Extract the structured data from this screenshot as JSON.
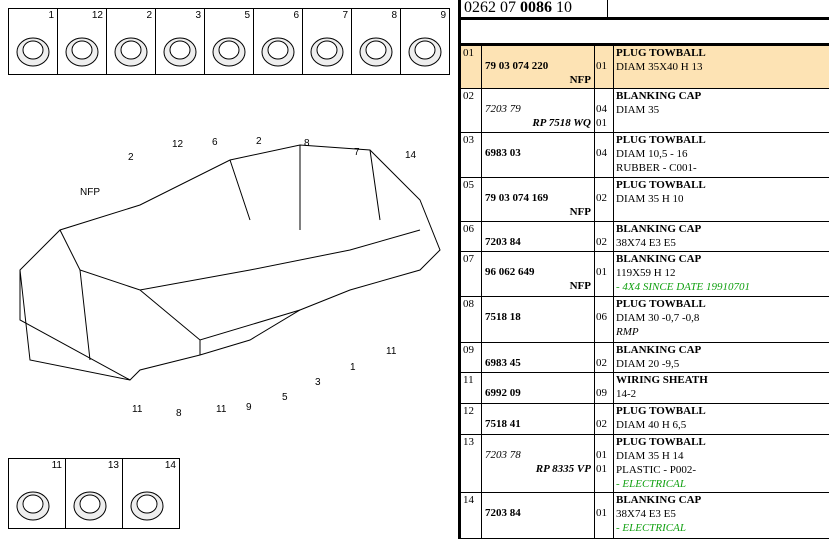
{
  "header": {
    "code_prefix": "0262 07 ",
    "code_bold": "0086",
    "code_suffix": " 10"
  },
  "thumbnails_top": [
    "1",
    "12",
    "2",
    "3",
    "5",
    "6",
    "7",
    "8",
    "9"
  ],
  "thumbnails_bottom": [
    "11",
    "13",
    "14"
  ],
  "diagram_callouts": [
    "NFP",
    "2",
    "12",
    "6",
    "2",
    "8",
    "7",
    "14",
    "1",
    "3",
    "5",
    "9",
    "11",
    "8",
    "11",
    "11"
  ],
  "rows": [
    {
      "idx": "01",
      "ref": "79 03 074 220",
      "ref_italic": false,
      "sub": "NFP",
      "qty": [
        "01"
      ],
      "title": "PLUG TOWBALL",
      "lines": [
        "DIAM 35X40 H 13"
      ],
      "highlight": true
    },
    {
      "idx": "02",
      "ref": "7203 79",
      "ref_italic": true,
      "sub": "RP 7518 WQ",
      "qty": [
        "04",
        "01"
      ],
      "title": "BLANKING CAP",
      "lines": [
        "DIAM 35"
      ]
    },
    {
      "idx": "03",
      "ref": "6983 03",
      "sub": "",
      "qty": [
        "04"
      ],
      "title": "PLUG TOWBALL",
      "lines": [
        "DIAM 10,5 - 16",
        "RUBBER - C001-"
      ]
    },
    {
      "idx": "05",
      "ref": "79 03 074 169",
      "sub": "NFP",
      "qty": [
        "02"
      ],
      "title": "PLUG TOWBALL",
      "lines": [
        "DIAM 35 H 10"
      ]
    },
    {
      "idx": "06",
      "ref": "7203 84",
      "sub": "",
      "qty": [
        "02"
      ],
      "title": "BLANKING CAP",
      "lines": [
        "38X74 E3 E5"
      ]
    },
    {
      "idx": "07",
      "ref": "96 062 649",
      "sub": "NFP",
      "qty": [
        "01"
      ],
      "title": "BLANKING CAP",
      "lines": [
        "119X59 H 12"
      ],
      "note": "- 4X4 SINCE DATE 19910701"
    },
    {
      "idx": "08",
      "ref": "7518 18",
      "sub": "",
      "qty": [
        "06"
      ],
      "title": "PLUG TOWBALL",
      "lines": [
        "DIAM 30 -0,7 -0,8"
      ],
      "italic_note": "RMP"
    },
    {
      "idx": "09",
      "ref": "6983 45",
      "sub": "",
      "qty": [
        "02"
      ],
      "title": "BLANKING CAP",
      "lines": [
        "DIAM 20 -9,5"
      ]
    },
    {
      "idx": "11",
      "ref": "6992 09",
      "sub": "",
      "qty": [
        "09"
      ],
      "title": "WIRING SHEATH",
      "lines": [
        "14-2"
      ]
    },
    {
      "idx": "12",
      "ref": "7518 41",
      "sub": "",
      "qty": [
        "02"
      ],
      "title": "PLUG TOWBALL",
      "lines": [
        "DIAM 40 H 6,5"
      ]
    },
    {
      "idx": "13",
      "ref": "7203 78",
      "ref_italic": true,
      "sub": "RP 8335 VP",
      "qty": [
        "01",
        "01"
      ],
      "title": "PLUG TOWBALL",
      "lines": [
        "DIAM 35 H 14",
        "PLASTIC - P002-"
      ],
      "note": "- ELECTRICAL"
    },
    {
      "idx": "14",
      "ref": "7203 84",
      "sub": "",
      "qty": [
        "01"
      ],
      "title": "BLANKING CAP",
      "lines": [
        "38X74 E3 E5"
      ],
      "note": "- ELECTRICAL"
    }
  ]
}
